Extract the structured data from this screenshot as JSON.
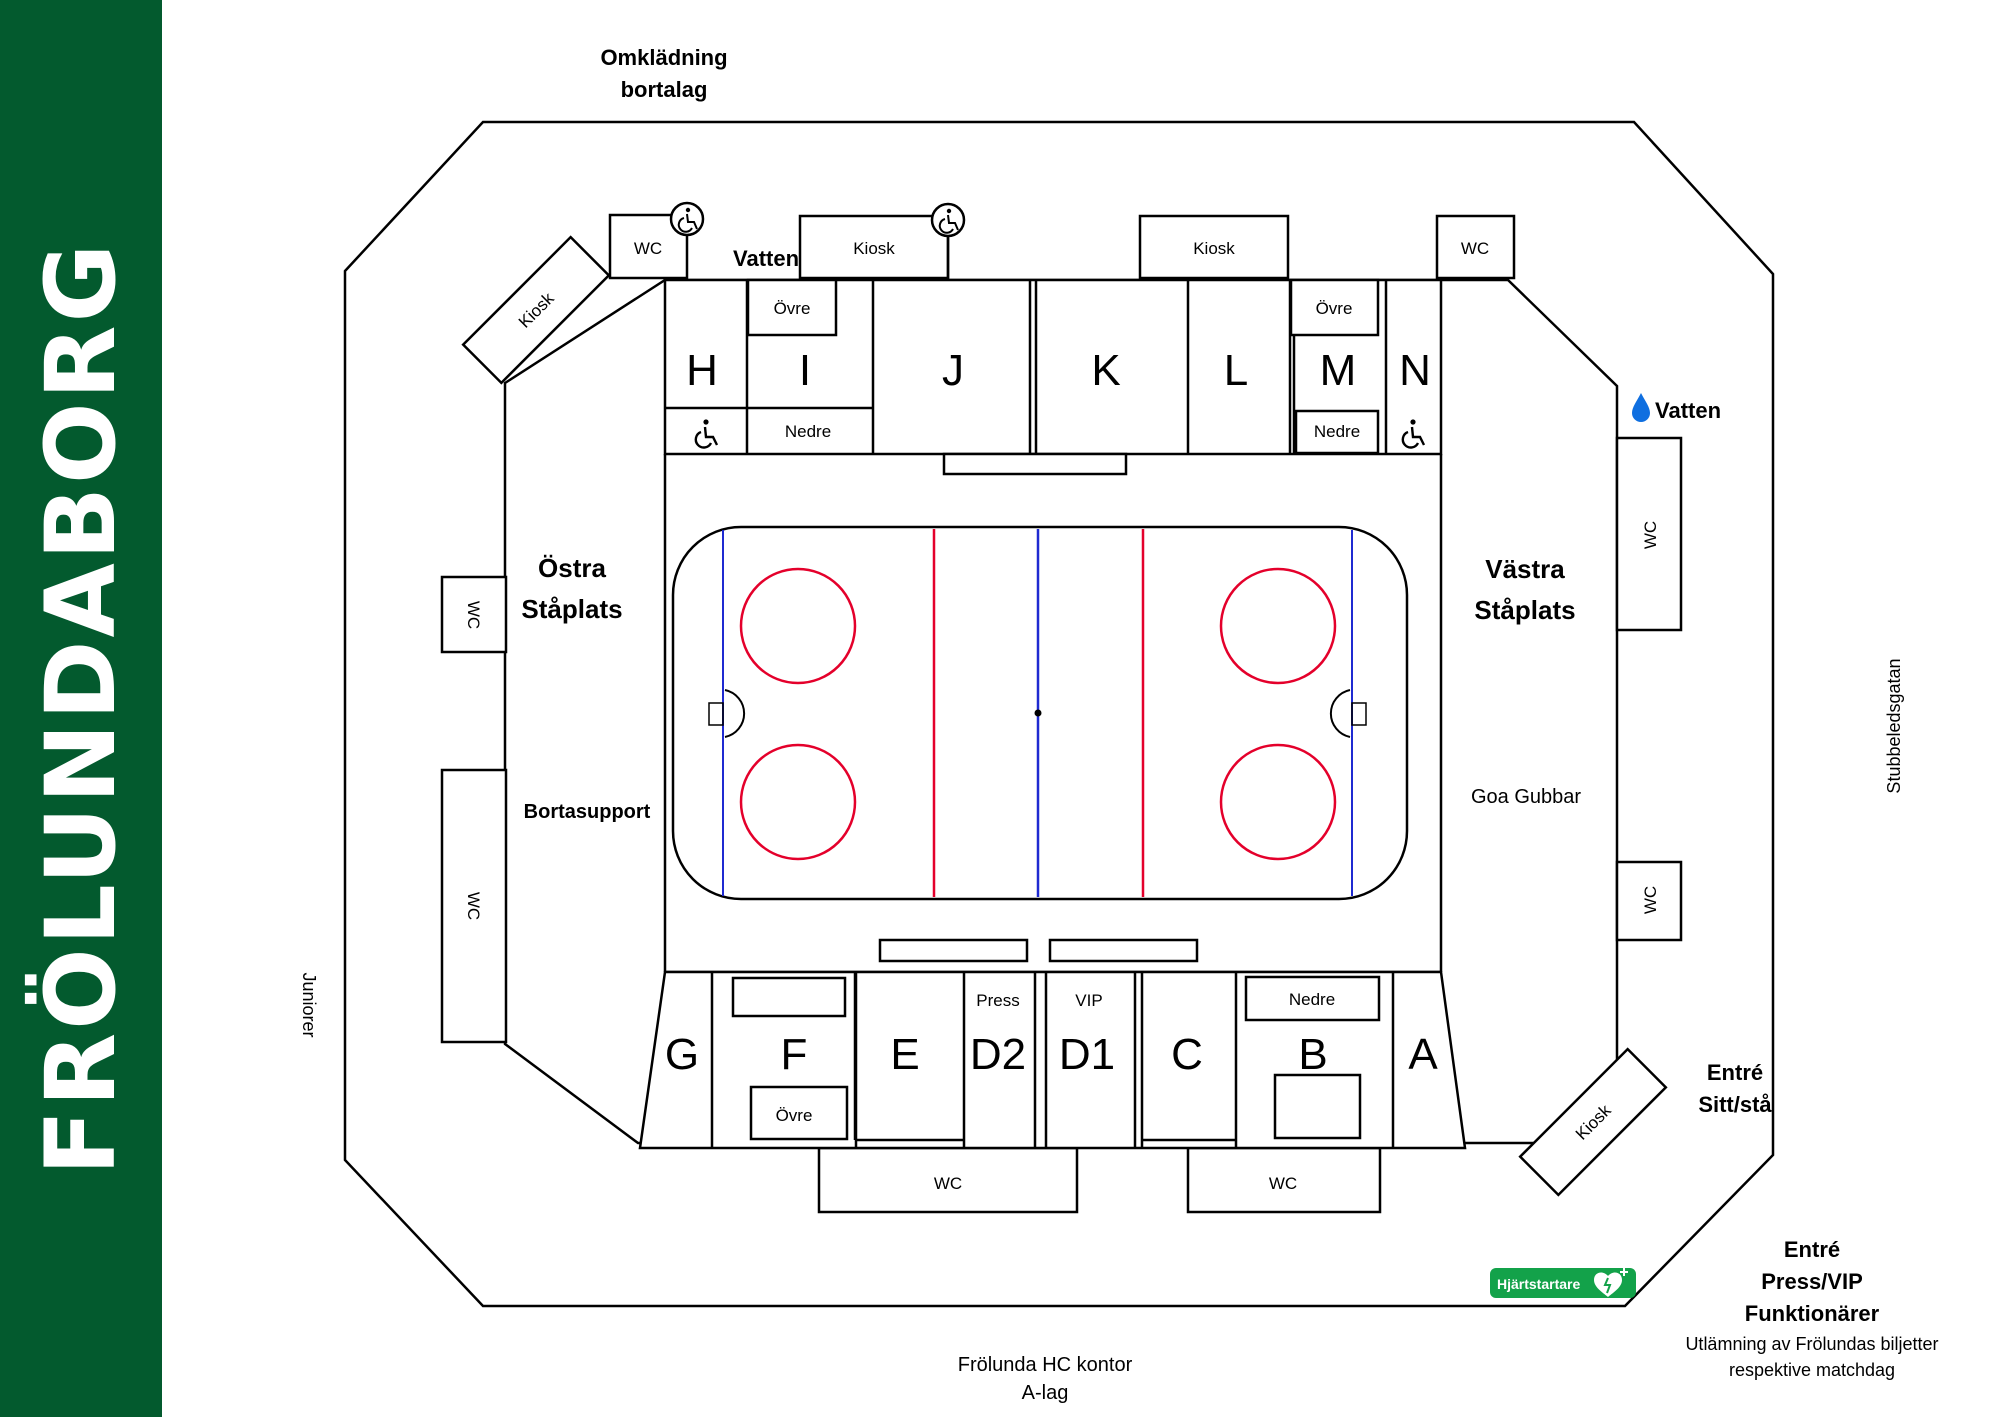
{
  "brand": "FRÖLUNDABORG",
  "outer_labels": {
    "away_locker_line1": "Omklädning",
    "away_locker_line2": "bortalag",
    "juniors": "Juniorer",
    "street": "Stubbeledsgatan",
    "office_line1": "Frölunda HC kontor",
    "office_line2": "A-lag",
    "entrance_sit_stand_line1": "Entré",
    "entrance_sit_stand_line2": "Sitt/stå",
    "entrance_press_line1": "Entré",
    "entrance_press_line2": "Press/VIP",
    "entrance_press_line3": "Funktionärer",
    "ticket_info_line1": "Utlämning av Frölundas biljetter",
    "ticket_info_line2": "respektive matchdag"
  },
  "terraces": {
    "east_line1": "Östra",
    "east_line2": "Ståplats",
    "away_support": "Bortasupport",
    "west_line1": "Västra",
    "west_line2": "Ståplats",
    "goa_gubbar": "Goa Gubbar"
  },
  "facilities": {
    "wc": "WC",
    "kiosk": "Kiosk",
    "water": "Vatten",
    "upper": "Övre",
    "lower": "Nedre",
    "press": "Press",
    "vip": "VIP",
    "defibrillator": "Hjärtstartare"
  },
  "sections": {
    "north": [
      "H",
      "I",
      "J",
      "K",
      "L",
      "M",
      "N"
    ],
    "south": [
      "G",
      "F",
      "E",
      "D2",
      "D1",
      "C",
      "B",
      "A"
    ]
  },
  "colors": {
    "brand_green": "#035a2e",
    "rink_red": "#e4002b",
    "rink_blue": "#1f2ad1",
    "water_blue": "#0f6fe0",
    "defib_green": "#13a24a"
  },
  "icons": {
    "wheelchair": "wheelchair-icon",
    "water": "water-drop-icon",
    "defibrillator": "heart-icon"
  }
}
